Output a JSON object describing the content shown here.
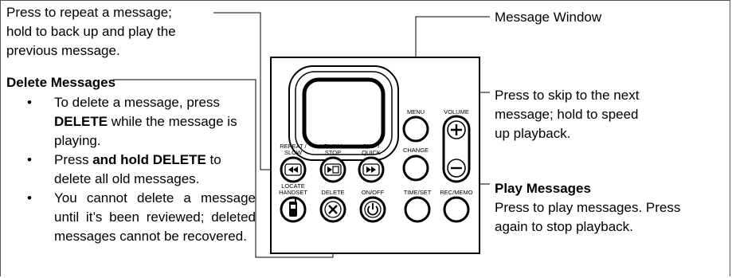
{
  "callouts": {
    "repeat": [
      "Press to repeat a message;",
      "hold to back up and play the",
      "previous message."
    ],
    "message_window": "Message Window",
    "skip": [
      "Press to skip to the next",
      "message; hold to speed",
      "up playback."
    ],
    "play_heading": "Play Messages",
    "play_text": [
      "Press to play messages. Press",
      "again to stop playback."
    ]
  },
  "delete_section": {
    "heading": "Delete Messages",
    "items": [
      {
        "pre": "To delete a message, press ",
        "bold": "DELETE",
        "post": " while the message is playing."
      },
      {
        "pre": "Press ",
        "bold": "and hold DELETE",
        "post": " to delete all old messages."
      },
      {
        "pre": "You cannot delete a message until it’s been reviewed; deleted messages cannot be recovered.",
        "bold": "",
        "post": ""
      }
    ]
  },
  "buttons": {
    "repeat_label": [
      "REPEAT /",
      "SLOW"
    ],
    "play_label": [
      "PLAY /",
      "STOP"
    ],
    "skip_label": [
      "SKIP /",
      "QUICK"
    ],
    "menu_label": "MENU",
    "volume_label": "VOLUME",
    "change_label": "CHANGE",
    "locate_label": [
      "LOCATE",
      "HANDSET"
    ],
    "delete_label": "DELETE",
    "onoff_label": "ON/OFF",
    "timeset_label": "TIME/SET",
    "recmemo_label": "REC/MEMO"
  },
  "icons": {
    "repeat": "rewind-icon",
    "play": "play-stop-icon",
    "skip": "fast-forward-icon",
    "volume_up": "plus-icon",
    "volume_down": "minus-icon",
    "locate": "handset-icon",
    "delete": "x-icon",
    "onoff": "power-icon"
  }
}
